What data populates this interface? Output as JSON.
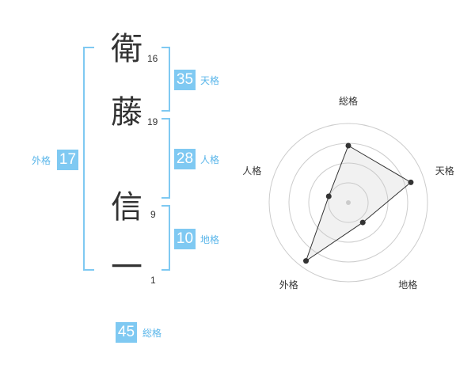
{
  "name": {
    "characters": [
      {
        "char": "衛",
        "strokes": "16"
      },
      {
        "char": "藤",
        "strokes": "19"
      },
      {
        "char": "信",
        "strokes": "9"
      },
      {
        "char": "一",
        "strokes": "1"
      }
    ]
  },
  "fortune": {
    "tenkaku": {
      "value": "35",
      "label": "天格"
    },
    "jinkaku": {
      "value": "28",
      "label": "人格"
    },
    "chikaku": {
      "value": "10",
      "label": "地格"
    },
    "gaikaku": {
      "value": "17",
      "label": "外格"
    },
    "soukaku": {
      "value": "45",
      "label": "総格"
    }
  },
  "colors": {
    "accent": "#7fc9f2",
    "bracket": "#7fc9f2",
    "label": "#5ab6ea",
    "text": "#333333",
    "grid": "#cccccc"
  },
  "chart_data": {
    "type": "radar",
    "axes": [
      "総格",
      "天格",
      "地格",
      "外格",
      "人格"
    ],
    "values": [
      0.72,
      0.83,
      0.31,
      0.91,
      0.26
    ],
    "rings": 4
  }
}
